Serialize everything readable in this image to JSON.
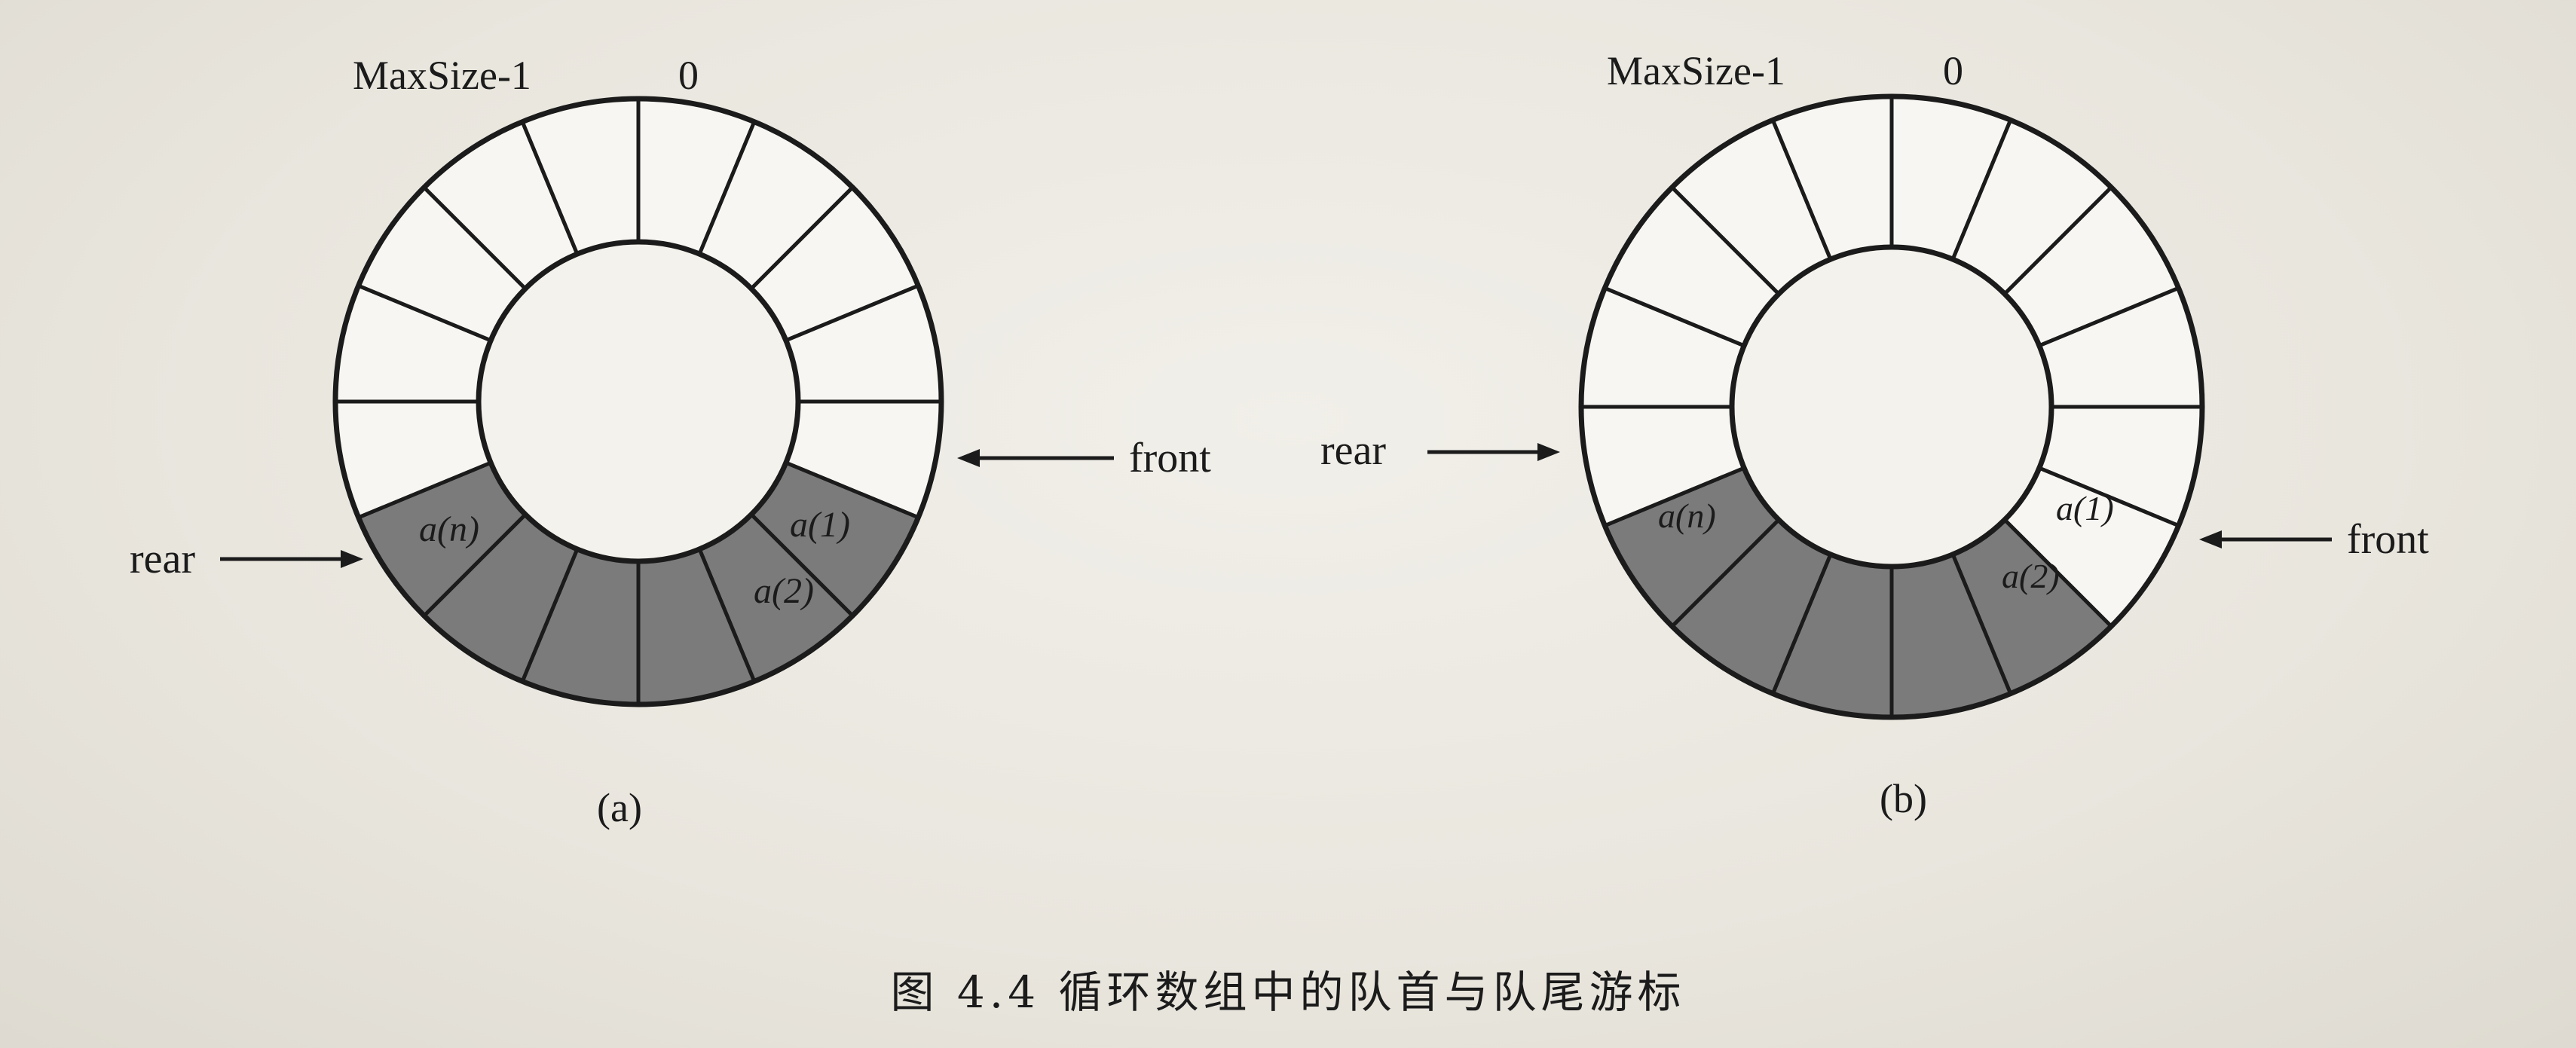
{
  "figure_caption": "图 4.4   循环数组中的队首与队尾游标",
  "colors": {
    "empty_cell": "#f7f6f2",
    "filled_cell": "#7b7b7b",
    "stroke": "#1b1b1b"
  },
  "diagrams": [
    {
      "id": "a",
      "sublabel": "(a)",
      "top_labels": {
        "max_index": "MaxSize-1",
        "zero_index": "0"
      },
      "pointers": [
        {
          "name": "front",
          "label": "front",
          "arrow": "from-right"
        },
        {
          "name": "rear",
          "label": "rear",
          "arrow": "from-left"
        }
      ],
      "cell_labels": [
        "a(1)",
        "a(2)",
        "a(n)"
      ],
      "filled_cells": 6
    },
    {
      "id": "b",
      "sublabel": "(b)",
      "top_labels": {
        "max_index": "MaxSize-1",
        "zero_index": "0"
      },
      "pointers": [
        {
          "name": "rear",
          "label": "rear",
          "arrow": "from-left"
        },
        {
          "name": "front",
          "label": "front",
          "arrow": "from-right"
        }
      ],
      "cell_labels": [
        "a(1)",
        "a(2)",
        "a(n)"
      ],
      "filled_cells": 5
    }
  ]
}
